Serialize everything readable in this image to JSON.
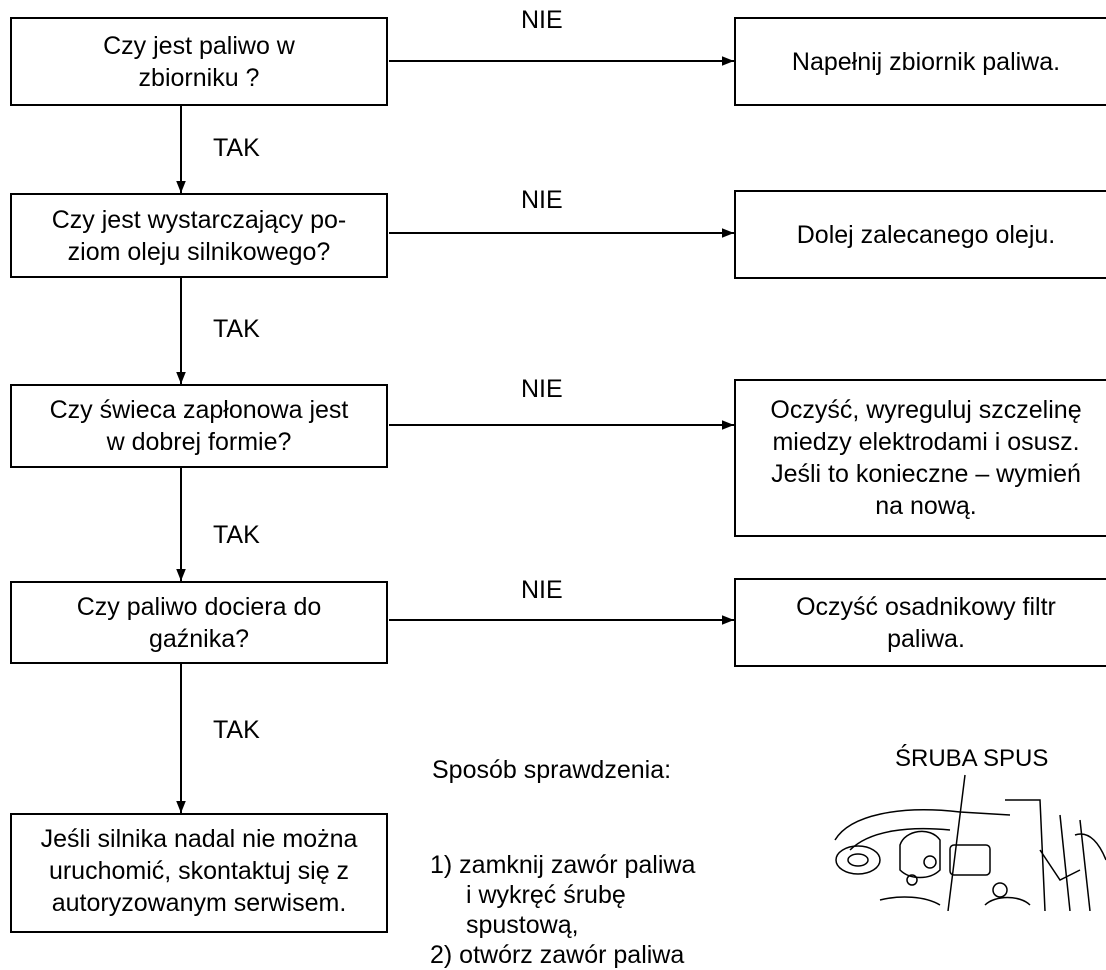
{
  "questions": [
    {
      "lines": [
        "Czy jest paliwo w",
        "zbiorniku ?"
      ]
    },
    {
      "lines": [
        "Czy jest wystarczający po-",
        "ziom oleju silnikowego?"
      ]
    },
    {
      "lines": [
        "Czy świeca zapłonowa jest",
        "w dobrej formie?"
      ]
    },
    {
      "lines": [
        "Czy paliwo dociera do",
        "gaźnika?"
      ]
    }
  ],
  "actions": [
    {
      "lines": [
        "Napełnij zbiornik paliwa."
      ]
    },
    {
      "lines": [
        "Dolej zalecanego oleju."
      ]
    },
    {
      "lines": [
        "Oczyść, wyreguluj szczelinę",
        "miedzy elektrodami i osusz.",
        "Jeśli to konieczne – wymień",
        "na nową."
      ]
    },
    {
      "lines": [
        "Oczyść osadnikowy filtr",
        "paliwa."
      ]
    }
  ],
  "final_box": {
    "lines": [
      "Jeśli silnika nadal nie można",
      "uruchomić, skontaktuj się z",
      "autoryzowanym serwisem."
    ]
  },
  "labels": {
    "no": "NIE",
    "yes": "TAK"
  },
  "check_method": {
    "title": "Sposób sprawdzenia:",
    "steps": [
      "1) zamknij zawór paliwa",
      "i wykręć śrubę",
      "spustową,",
      "2) otwórz zawór paliwa"
    ]
  },
  "drawing_label": "ŚRUBA SPUS"
}
